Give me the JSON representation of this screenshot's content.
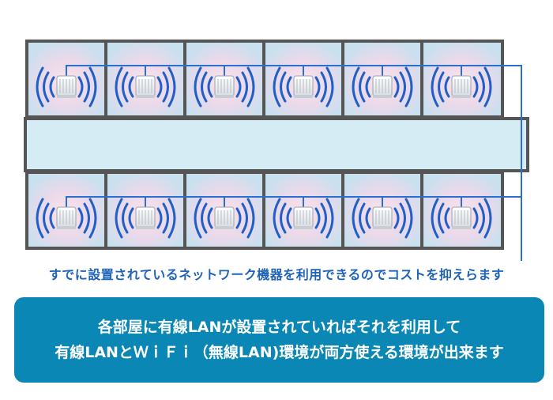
{
  "caption": "すでに設置されているネットワーク機器を利用できるのでコストを抑えらます",
  "info": {
    "line1": "各部屋に有線LANが設置されていればそれを利用して",
    "line2": "有線LANとＷｉＦｉ（無線LAN)環境が両方使える環境が出来ます"
  },
  "layout_info": {
    "rooms_per_row": 6,
    "rows": 2,
    "room_fill": "#d7e8f2",
    "room_glow": "#f6d9e4",
    "wall_color": "#555555",
    "corridor_fill": "#d6ecf5",
    "cable_color": "#2a6fd0",
    "wave_color": "#1e5fc8",
    "access_point": "wifi-access-point-icon"
  }
}
